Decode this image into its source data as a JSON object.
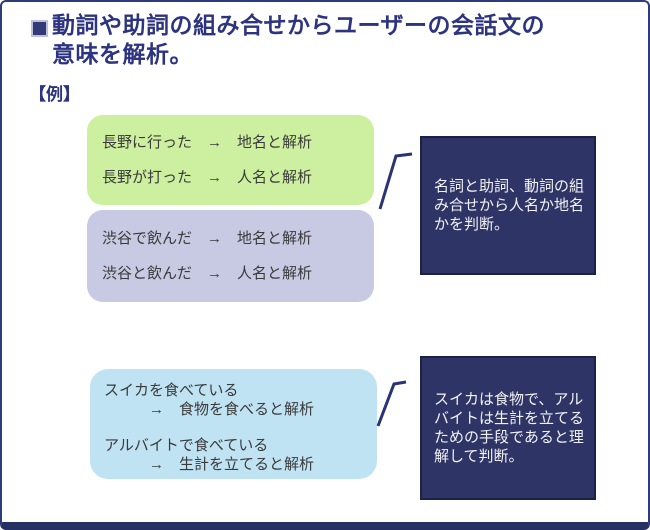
{
  "title": {
    "lines": [
      "動詞や助詞の組み合せからユーザーの会話文の",
      "意味を解析。"
    ]
  },
  "example_label": "【例】",
  "example_boxes": {
    "nagano": {
      "lines": [
        "長野に行った　→　地名と解析",
        "長野が打った　→　人名と解析"
      ]
    },
    "shibuya": {
      "lines": [
        "渋谷で飲んだ　→　地名と解析",
        "渋谷と飲んだ　→　人名と解析"
      ]
    },
    "taberu": {
      "lines": [
        "スイカを食べている",
        "　　　→　食物を食べると解析",
        "アルバイトで食べている",
        "　　　→　生計を立てると解析"
      ]
    }
  },
  "notes": {
    "top": {
      "lines": [
        "名詞と助詞、動詞の組",
        "み合せから人名か地名",
        "かを判断。"
      ]
    },
    "bottom": {
      "lines": [
        "スイカは食物で、アル",
        "バイトは生計を立てる",
        "ための手段であると理",
        "解して判断。"
      ]
    }
  },
  "colors": {
    "accent_navy": "#2c3380",
    "frame_border": "#2e3a7e",
    "frame_bottom_bar": "#273063",
    "note_background": "#2e3566",
    "note_border": "#1c2245",
    "note_text": "#f2f2f4",
    "green_box": "#cdf0a0",
    "lavender_box": "#c8c9e3",
    "blue_box": "#c0e3f3",
    "body_text": "#3a3a3a"
  }
}
